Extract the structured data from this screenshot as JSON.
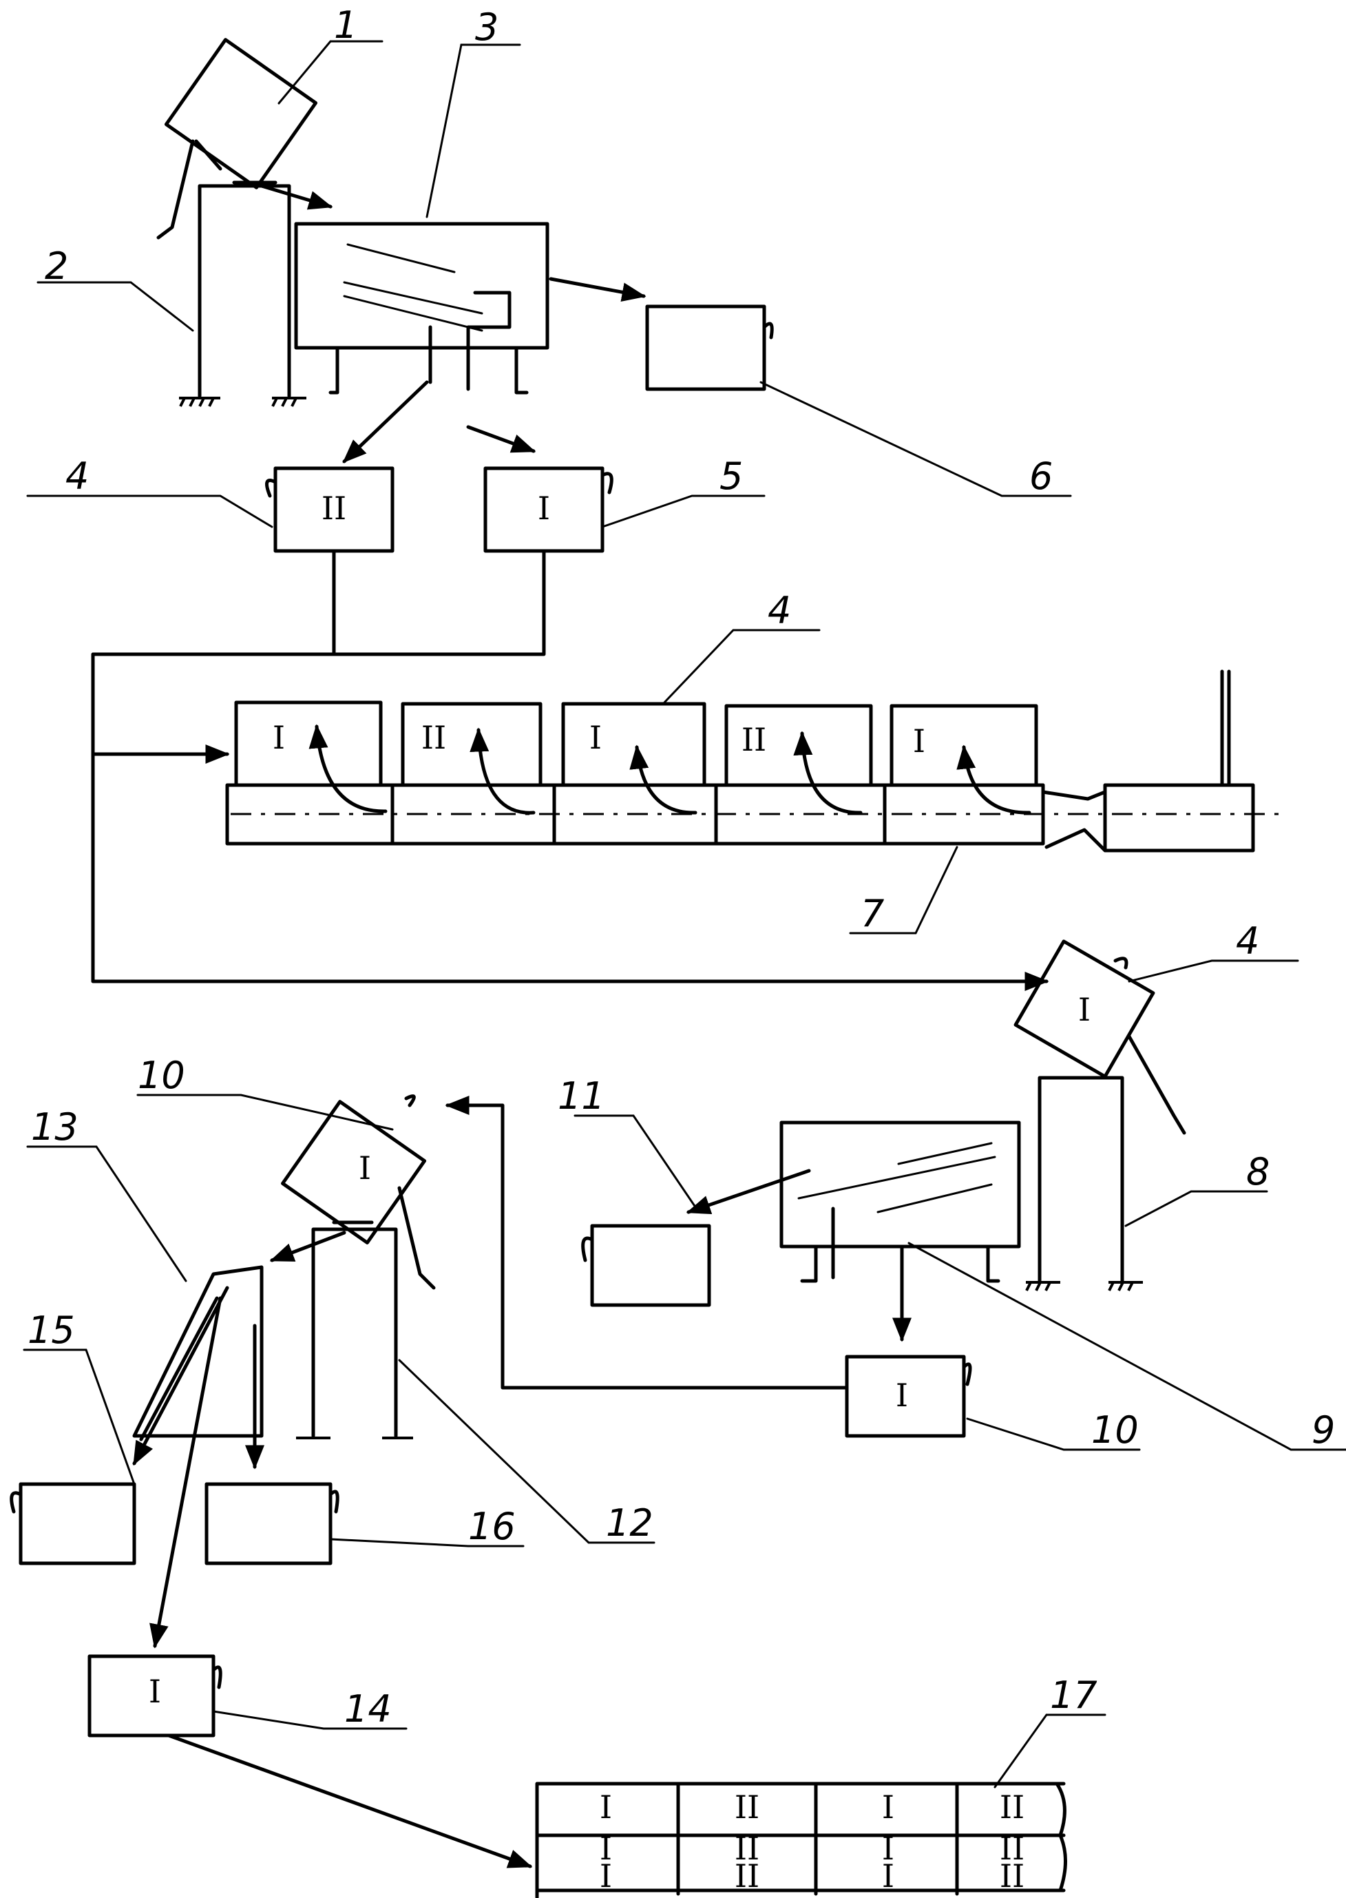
{
  "labels": {
    "n1": "1",
    "n2": "2",
    "n3": "3",
    "n4a": "4",
    "n5": "5",
    "n6": "6",
    "n4b": "4",
    "n7": "7",
    "n4c": "4",
    "n8": "8",
    "n9": "9",
    "n10a": "10",
    "n10b": "10",
    "n11": "11",
    "n12": "12",
    "n13": "13",
    "n14": "14",
    "n15": "15",
    "n16": "16",
    "n17": "17"
  },
  "box_marks": {
    "box4_top": "II",
    "box5": "I",
    "belt": [
      "I",
      "II",
      "I",
      "II",
      "I"
    ],
    "box4_tipped": "I",
    "box10_top": "I",
    "box10_bottom": "I",
    "box14": "I"
  },
  "storage_grid": [
    [
      "I",
      "II",
      "I",
      "II"
    ],
    [
      "I",
      "II",
      "I",
      "II"
    ],
    [
      "I",
      "II",
      "I",
      "II"
    ]
  ]
}
